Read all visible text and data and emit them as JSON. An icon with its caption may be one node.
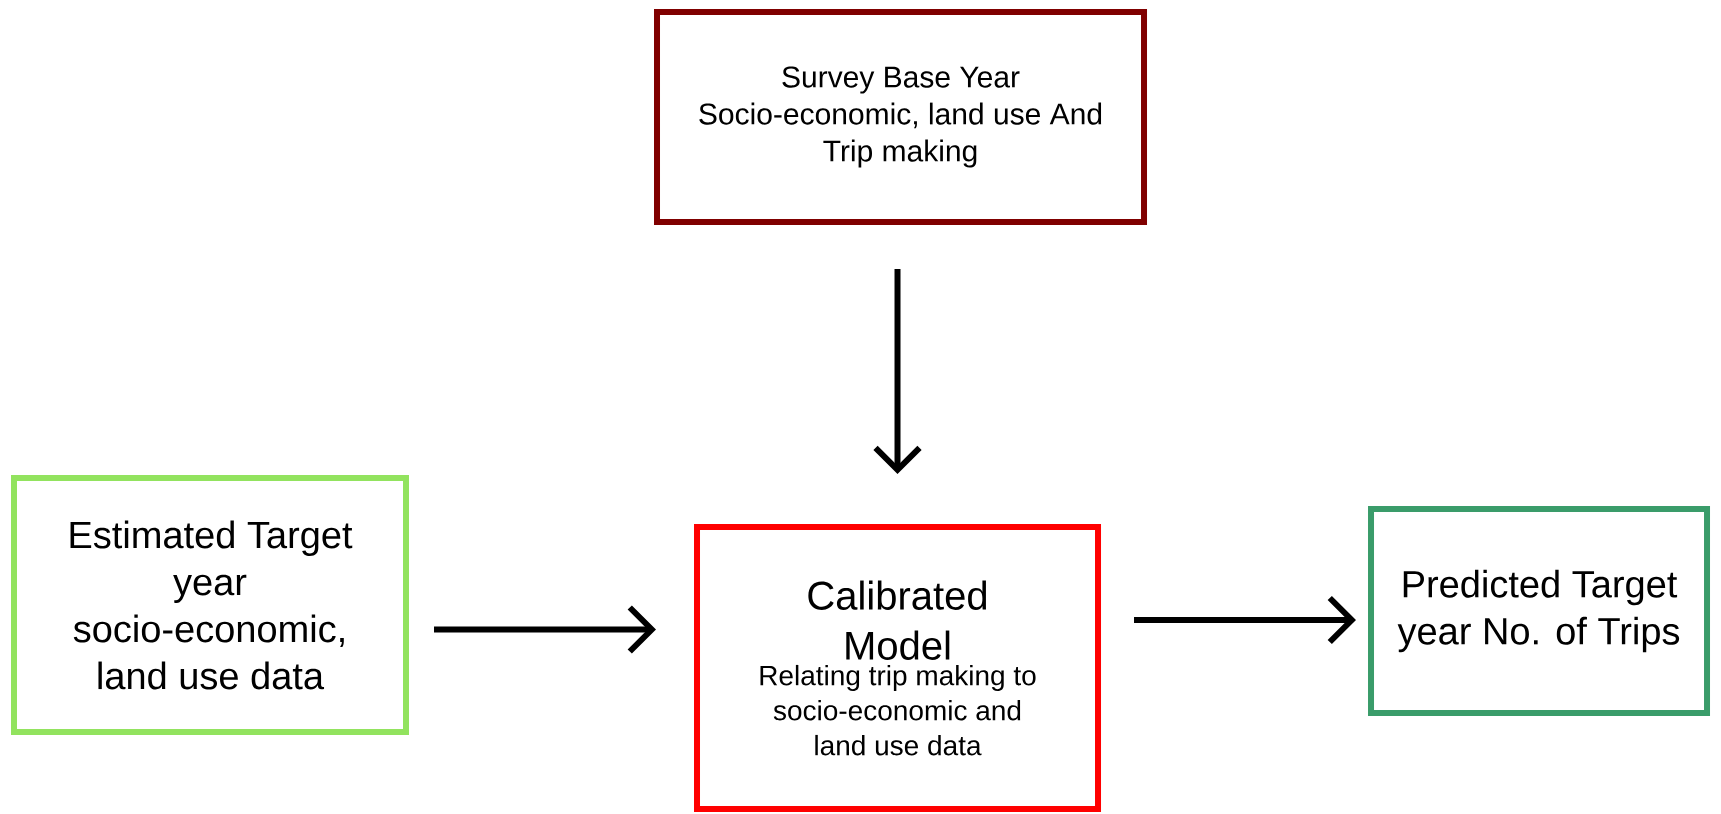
{
  "diagram": {
    "nodes": [
      {
        "text": [
          "Survey Base Year Socio-economic, land use And Trip making"
        ]
      },
      {
        "text": [
          "Estimated Target year socio-economic, land use data"
        ]
      },
      {
        "text": [
          "Calibrated Model",
          "Relating trip making to socio-economic and land use data"
        ]
      },
      {
        "text": [
          "Predicted Target year No. of Trips"
        ]
      }
    ],
    "edges": [
      {
        "from": 0,
        "to": 2,
        "arrow": "to"
      },
      {
        "from": 1,
        "to": 2,
        "arrow": "to"
      },
      {
        "from": 2,
        "to": 3,
        "arrow": "to"
      }
    ]
  }
}
